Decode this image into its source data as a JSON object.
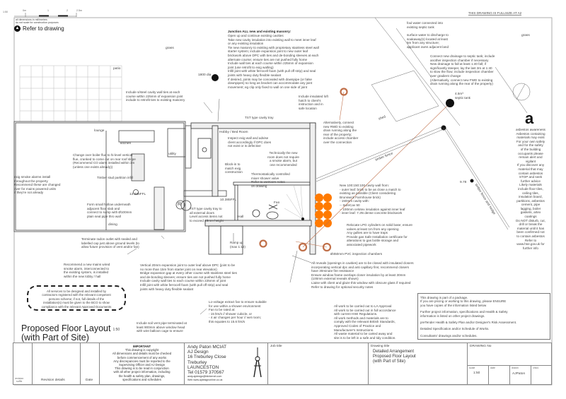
{
  "header": {
    "scale_bar": {
      "ratio": "1:50",
      "ticks": [
        "0m",
        "1",
        "2",
        "2.5m"
      ]
    },
    "dimensions_note": "all dimensions in millimetres\ndo not scale for construction purposes",
    "refer_to_drawing": "Refer to drawing",
    "fullsize_note": "THIS DRAWING IS FULLSIZE AT A2"
  },
  "labels": {
    "grass_1": "grass",
    "grass_2": "grass",
    "patio": "patio",
    "dia": "1800 dia",
    "lounge": "lounge",
    "kitchen": "kitchen",
    "utility": "utility",
    "dining": "dining",
    "hobby_room": "Hobby / Bed Room",
    "hall": "Hall",
    "fan": "Fan",
    "ffl_1": "13.385FFL",
    "ffl_2": "10.385FFL",
    "level_978": "9.78",
    "septic_tank": "4.5m³\nseptic tank",
    "timber_fence_1": "timber fence",
    "timber_fence_2": "timber fence and hedge",
    "shed": "shed",
    "r_symbol": "R"
  },
  "notes": {
    "wall_ties": "Include s/steel cavity wall ties at each\ncourse within 225mm of expansion joint\ninclude to retrofit ties to existing masonry",
    "junction_title": "Junction ALL new and existing masonry:",
    "junction_body": "Open up and continue existing cavities\nTake new cavity insulation into existing wall to meet inner leaf\nor any existing insulation\nTie new masonry to existing with proprietary stainless steel wall\nstarter system; include expansion joint to new outer leaf\nbrickwork above DPC with ties and de-bonding sleeves at each\nalternate course; ensure ties are not pushed fully home\nInclude wall ties at each course within 225mm of expansion\njoint (use retrofit to exig walling)\nInfill joint with white ferrocell foam (with pull off strip) and seal\njoints with heavy duty flexible sealant\nIf desired, joints may be concealed with downpipe (or false\ndownpipes) so long as bracket can accommodate any joint\nmovement; eg clip only fixed to wall on one side of joint",
    "foul_water": "foul water connected into\nexisting septic tank",
    "surface_water": "surface water to discharge to\nsoakaway(s) located at least\n5m from any structure;\napplicant owns adjacent land",
    "connect_drainage": "Connect new drainage to septic tank; include\nanother inspection chamber if necessary\nNew drainage to fall at least 1:40 fall; if\nsignificantly steeper, lay the last 3m at 1:40\nto slow the flow; include inspection chamber\nover gradient change\n(Alternatively, connect new FWD to existing\ndrain running along the rear of the property)",
    "loft_hatch": "Include insulated loft\nhatch to client's\ninstruction and in\nsafe location",
    "alt_rwd": "Alternatively, connect\nnew RWD to existing\ndrain running along the\nrear of the property;\ninclude access chamber\nover the connection",
    "tst_tray": "TST type cavity tray",
    "inspect_wall": "Inspect exig wall and advise\nclient accordingly if DPC does\nnot exist or is defective",
    "smoke_alarm_room": "Technically the new\nroom does not require\na smoke alarm, but\none recommended",
    "block_in": "Block-in to\nmatch exig\nconstruction",
    "mixer_valve": "Thermostatically controlled\nmixer shower valve\nRefer to wetroom notes\non drawing",
    "boiler_flue": "Change over boiler flue to hi-level vertical\nflue, cranked to come out on rear roof slope\n(Recommend CO alarm installed within 3m\n(unless one exists already))",
    "stud_partition": "Timber stud partition infill",
    "exig_smoke": "exig smoke alarms install\nthroughout the property\nRecommend these are changed\nover for mains powered units\nif they're not already",
    "hollow_sump": "Form small hollow underneath\nadjacent floor slab and\nconnect to sump with Ø100mm\nplain seal pipe thro wall",
    "tst_doors": "TST type cavity tray to\nall external doors\nLevel access items not\nto exceed 15mm height",
    "ramp": "Ramp up\n(max 1:12)",
    "radon": "Terminate radon outlet with sealed and\nlabelled cap just above ground levels (to\nallow future provision of vent and/or fan)",
    "mains_smoke": "Recommend a new mains wired\nsmoke alarm, interconnected to\nthe existing system, is installed\nwithin the new lobby / hall",
    "services": "All services to be designed and installed by\ncontractors registered with the relevant competent\npersons scheme; if not, full details of the\ninstallation(s) must be given to the BCO to show\ncompliance with the relevant Approved Documents",
    "expansion_joint": "Vertical 20mm expansion joint to outer leaf above DPC (joint to be\nno more than 15m from starter joint on rear elevation)\nBridge expansion gap at every other course with stainless steel ties\nand de-bonding sleeves; ensure ties are not pushed fully home\nInclude cavity wall ties to each course within 225mm of joint\nInfill joint with white ferrocell foam (with pull off strip) and seal\njoints with heavy duty flexible sealant",
    "extract_fan": "Lo-voltage extract fan to ensure suitable\nfor use within a shower environment\nFan to be rated at:\n  -   15 ltrs/s // shower cubicle, or\n  -   4 air changes per hour // wet room;\n       this equates to 15.6 ltrs/s",
    "soil_vent": "Include soil vent pipe terminated at\nleast 900mm above window head\nwith wire balloon cage to ensure",
    "cavity_wall": "New 100:150:100 cavity wall from:\n  -   outer leaf: brick to be as close a match to\n      existing as possible (Client considering\n      Brunswick Farmhouse brick)\n  -   150mm cavity with:\n  --      SureCav 50\n  --      100mm celotex insulation against inner leaf\n  -   inner leaf: 7.3N dense concrete blockwork",
    "lpg": "Relocate LPG cylinders on solid base; ensure\nvalves at least 1m from any opening\nAny gullies are to have traps\nProvide gas Safe Installation certificate for\nalterations to gas bottle storage and\nassociated pipework",
    "inspection_chambers": "Ø450mm PVC inspection chambers",
    "reveals": "All reveals (openings in cavities) are to be closed with insulated closers\nincorporating vertical dpc and anti capillary fins; recommend closers\nhave 30minute fire resistance\nEnsure window frame overlaps closer insulation by at least 30mm\n(100mm external reveals shown)\nLiaise with client and glaze this window with obscure glass if required\nRefer to drawing                                  for optional security notes",
    "la_approval": "All work to be carried out to LA Approval\nAll work to be carried out in full accordance\nwith current HSE Regulations.\nAll work methods and materials are to\ncomply with the relevant British Standards,\nApproved Codes of Practice and\nManufacturer's Instructions.\nAll waste material to be carted away and\nsite is to be left in a safe and tidy condition.",
    "asbestos_letter": "a",
    "asbestos": "asbestos awareness\nAsbestos containing\nmaterials may exist\nFor your own safety\nand for the safety\nof the building\noccupants please\nremain alert and\nvigilant\nIf you discover any\nmaterial that may\ncontain asbestos\nSTOP and seek\nfurther advice\nLikely materials\ninclude floor tiles,\nceiling tiles,\ninsulation board,\npartitions, asbestos\ncement, pipe\nlagging, boiler\ngaskets, artex\ncoatings\nDo NOT disturb, cut,\ndrill or break the\nmaterial until it has\nbeen confirmed not\nto contain asbestos\nRefer to\nwww.hse.gov.uk for\nfurther info"
  },
  "info_box": {
    "line1": "This drawing is part of a package.\nIf you are pricing or working to this drawing, please ENSURE\nyou have copies of the information listed below",
    "line2": "Further project information, specifications and Health & Safety\ninformation is listed on other project drawings.",
    "line3": "preTender Health & Safety Plan and/or Designer's Risk Assessment.",
    "line4": "Detailed Specification and/or Schedule of Works.",
    "line5": "Consultants' drawings and/or schedules."
  },
  "drawing_title_large": {
    "title": "Proposed Floor Layout\n(with Part of Site)",
    "scale": "1:50"
  },
  "title_block": {
    "revision_suffix": "revision\nsuffix",
    "revision_details": "Revision details",
    "date": "Date",
    "important_heading": "IMPORTANT",
    "important_text": "This drawing is copyright\nAll dimensions and details must be checked\nbefore commencement of any works\nAny discrepancies must be reported to the\nSupervising Officer and AJ Design\nThis drawing is to be read in conjunction\nwith all other project information, including\nthe health & safety plan, drawings,\nspecifications and schedules",
    "designer": "Andy Paton MCIAT",
    "company": "AJ Design",
    "address": "16 Treburley Close\nTreburley\nLAUNCESTON",
    "tel": "Tel 01579 370567",
    "email": "andy.ajdesign@btinternet.com",
    "web": "Web  www.ajdesignonline.co.uk",
    "job_title_label": "Job title",
    "drawing_title_label": "Drawing title",
    "drawing_title": "Detailed Arrangement\nProposed Floor Layout\n(with Part of Site)",
    "drawing_no_label": "DRAWING No",
    "scale_label": "scale",
    "scale_value": "1:50",
    "date_label": "date",
    "drawn_label": "drawn",
    "drawn_value": "AJPaton",
    "chkd_label": "chkd."
  },
  "colors": {
    "drain": "#c0704a",
    "lpg": "#ff7a00",
    "line": "#555555"
  }
}
